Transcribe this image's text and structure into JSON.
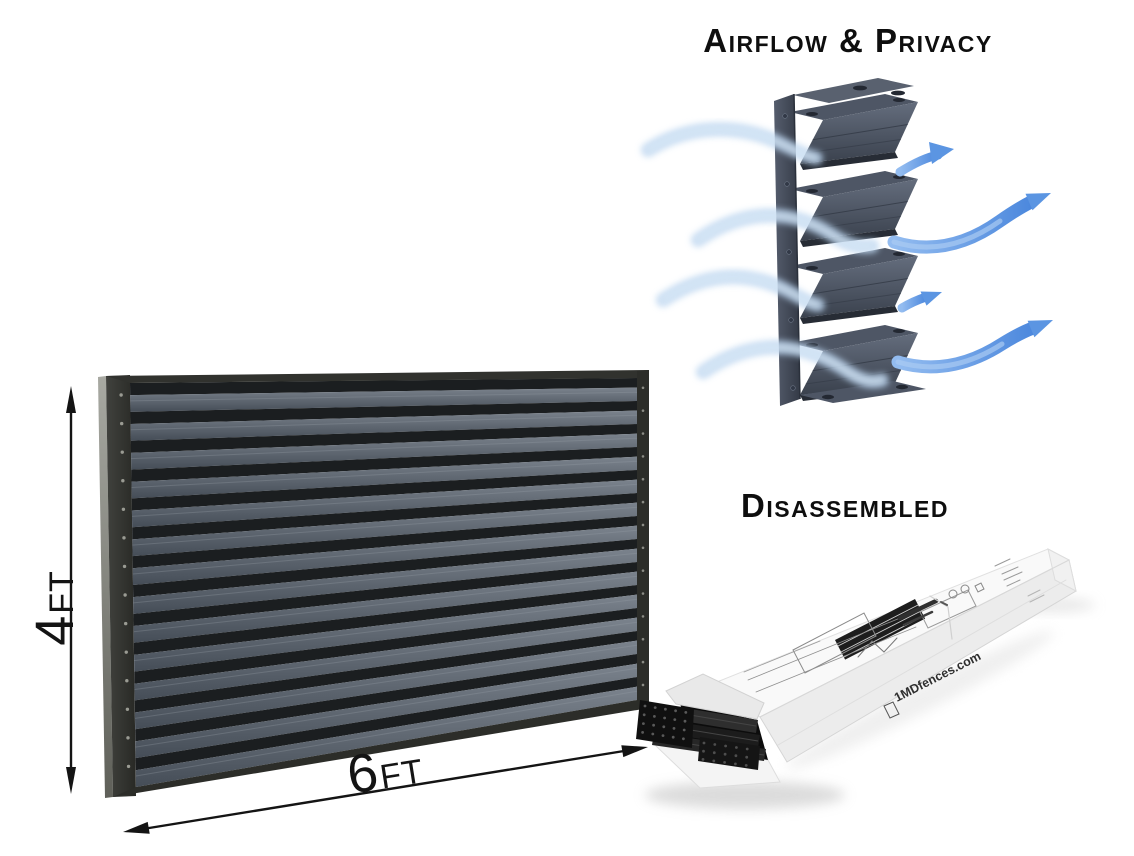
{
  "background": "#ffffff",
  "panel": {
    "description": "louvered fence panel front view",
    "height_value": "4",
    "height_unit": "FT",
    "width_value": "6",
    "width_unit": "FT",
    "louver_count": 14,
    "colors": {
      "frame": "#2e2f2b",
      "frame_edge_light": "#9a9b93",
      "louver_face_top": "#7b838d",
      "louver_face_bottom": "#454d57",
      "gap": "#1b1e20",
      "rivet": "#9a9b93"
    }
  },
  "airflow": {
    "title": "Airflow & Privacy",
    "louver_count": 4,
    "colors": {
      "slat_face_top": "#646d7d",
      "slat_face_bottom": "#3a414d",
      "flange": "#4e5665",
      "rail_light": "#555d6d",
      "rail_dark": "#343a46",
      "slot": "#232832",
      "arrow": "#5b95e2",
      "streak": "#b7d2ee"
    }
  },
  "disassembled": {
    "title": "Disassembled",
    "box_side_text": "1MDfences.com",
    "colors": {
      "box_top": "#f9f9f9",
      "box_side": "#ececec",
      "contents": "#141414"
    }
  }
}
